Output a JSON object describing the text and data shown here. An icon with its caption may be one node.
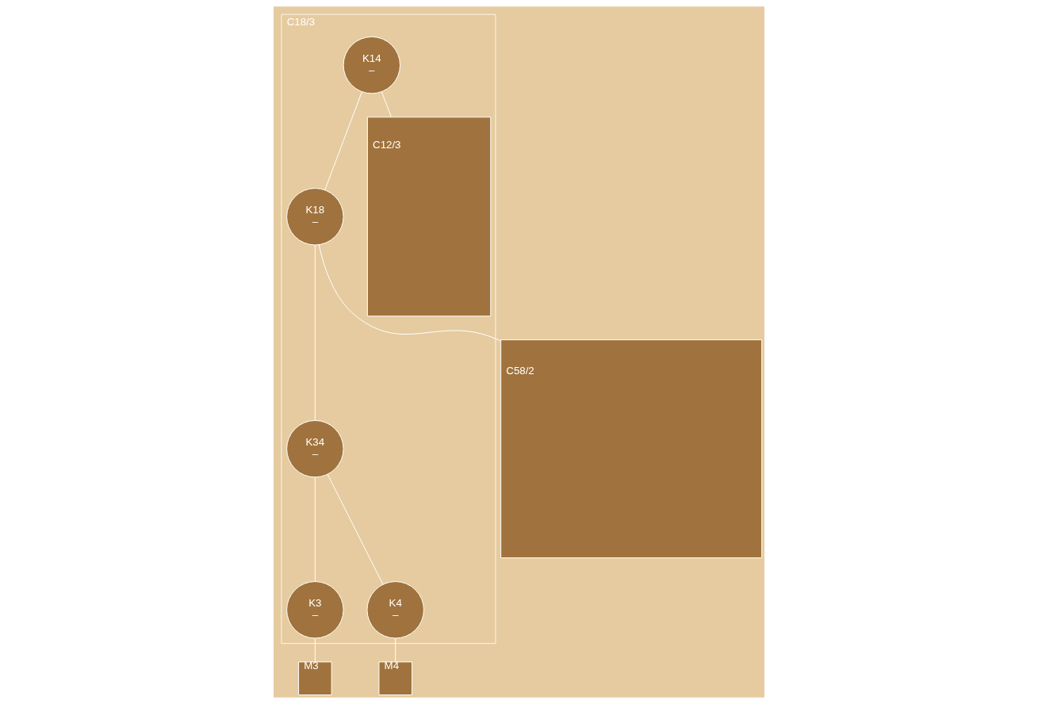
{
  "diagram": {
    "nodes": [
      {
        "text": [
          "C18/3"
        ]
      },
      {
        "text": [
          "K14",
          "–"
        ],
        "in": 0
      },
      {
        "text": [
          "K18",
          "–"
        ],
        "in": 0
      },
      {
        "text": [
          "C12/3"
        ],
        "in": 0
      },
      {
        "text": [
          "C58/2"
        ]
      },
      {
        "text": [
          "K34",
          "–"
        ],
        "in": 0
      },
      {
        "text": [
          "K3",
          "–"
        ],
        "in": 0
      },
      {
        "text": [
          "K4",
          "–"
        ],
        "in": 0
      },
      {
        "text": [
          "M3"
        ]
      },
      {
        "text": [
          "M4"
        ]
      }
    ],
    "edges": [
      {
        "from": 1,
        "to": 3,
        "arrow": "none"
      },
      {
        "from": 1,
        "to": 2,
        "arrow": "none"
      },
      {
        "from": 2,
        "to": 5,
        "arrow": "none"
      },
      {
        "from": 2,
        "to": 4,
        "arrow": "none"
      },
      {
        "from": 5,
        "to": 6,
        "arrow": "none"
      },
      {
        "from": 5,
        "to": 7,
        "arrow": "none"
      },
      {
        "from": 6,
        "to": 8,
        "arrow": "none"
      },
      {
        "from": 7,
        "to": 9,
        "arrow": "none"
      }
    ]
  }
}
